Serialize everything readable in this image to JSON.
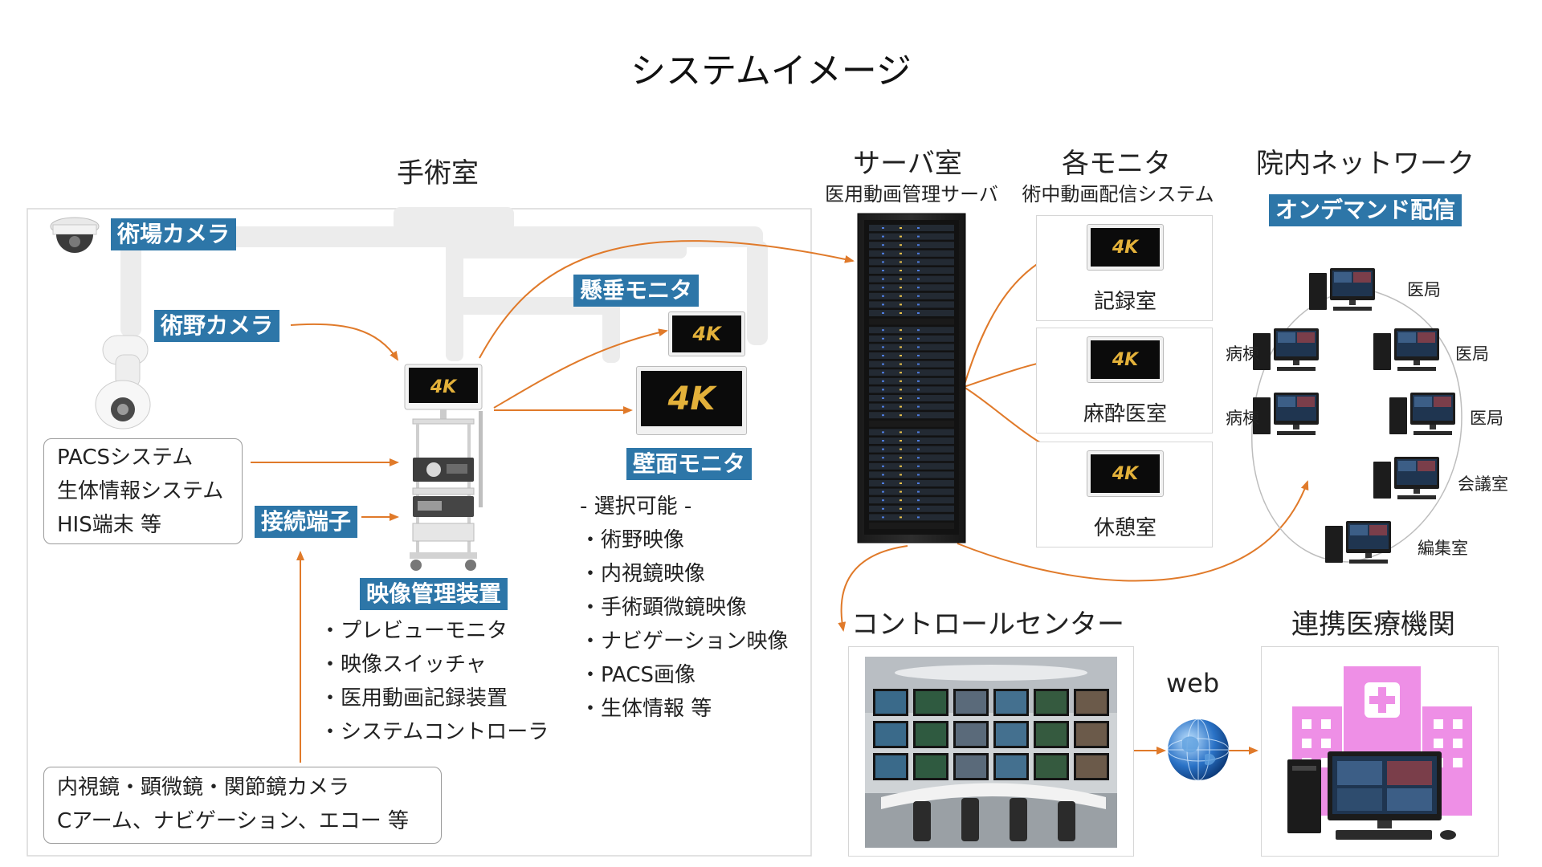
{
  "title": "システムイメージ",
  "sections": {
    "operating_room": "手術室",
    "server_room": "サーバ室",
    "server_sub": "医用動画管理サーバ",
    "monitors": "各モニタ",
    "monitors_sub": "術中動画配信システム",
    "network": "院内ネットワーク",
    "control_center": "コントロールセンター",
    "partner": "連携医療機関"
  },
  "tags": {
    "field_camera": "術場カメラ",
    "surgical_camera": "術野カメラ",
    "ceiling_monitor": "懸垂モニタ",
    "wall_monitor": "壁面モニタ",
    "connection": "接続端子",
    "video_manager": "映像管理装置",
    "on_demand": "オンデマンド配信"
  },
  "badge_4k": "4K",
  "pacs_box": [
    "PACSシステム",
    "生体情報システム",
    "HIS端末 等"
  ],
  "endoscope_box": [
    "内視鏡・顕微鏡・関節鏡カメラ",
    "Cアーム、ナビゲーション、エコー 等"
  ],
  "video_manager_list": [
    "・プレビューモニタ",
    "・映像スイッチャ",
    "・医用動画記録装置",
    "・システムコントローラ"
  ],
  "selectable_list": [
    "- 選択可能 -",
    "・術野映像",
    "・内視鏡映像",
    "・手術顕微鏡映像",
    "・ナビゲーション映像",
    "・PACS画像",
    "・生体情報 等"
  ],
  "rooms": [
    "記録室",
    "麻酔医室",
    "休憩室"
  ],
  "network_nodes": [
    "医局",
    "病棟",
    "医局",
    "病棟",
    "医局",
    "会議室",
    "編集室"
  ],
  "web": "web",
  "colors": {
    "tag_blue": "#2d76a8",
    "arrow_orange": "#e07a2a",
    "pink_building": "#ee8fe6"
  }
}
